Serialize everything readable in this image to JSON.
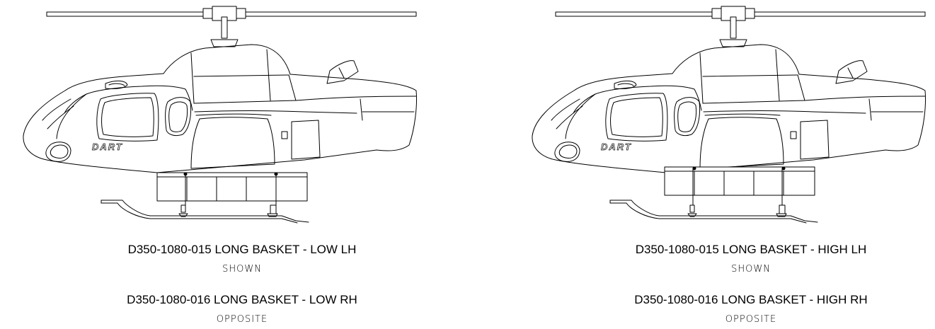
{
  "left": {
    "title1": "D350-1080-015 LONG BASKET - LOW LH",
    "note1": "SHOWN",
    "title2": "D350-1080-016 LONG BASKET - LOW RH",
    "note2": "OPPOSITE",
    "logo_text": "DART",
    "basket_position": "low"
  },
  "right": {
    "title1": "D350-1080-015 LONG BASKET - HIGH LH",
    "note1": "SHOWN",
    "title2": "D350-1080-016 LONG BASKET - HIGH RH",
    "note2": "OPPOSITE",
    "logo_text": "DART",
    "basket_position": "high"
  },
  "colors": {
    "line": "#000000",
    "basket_fill": "#ffffff"
  }
}
